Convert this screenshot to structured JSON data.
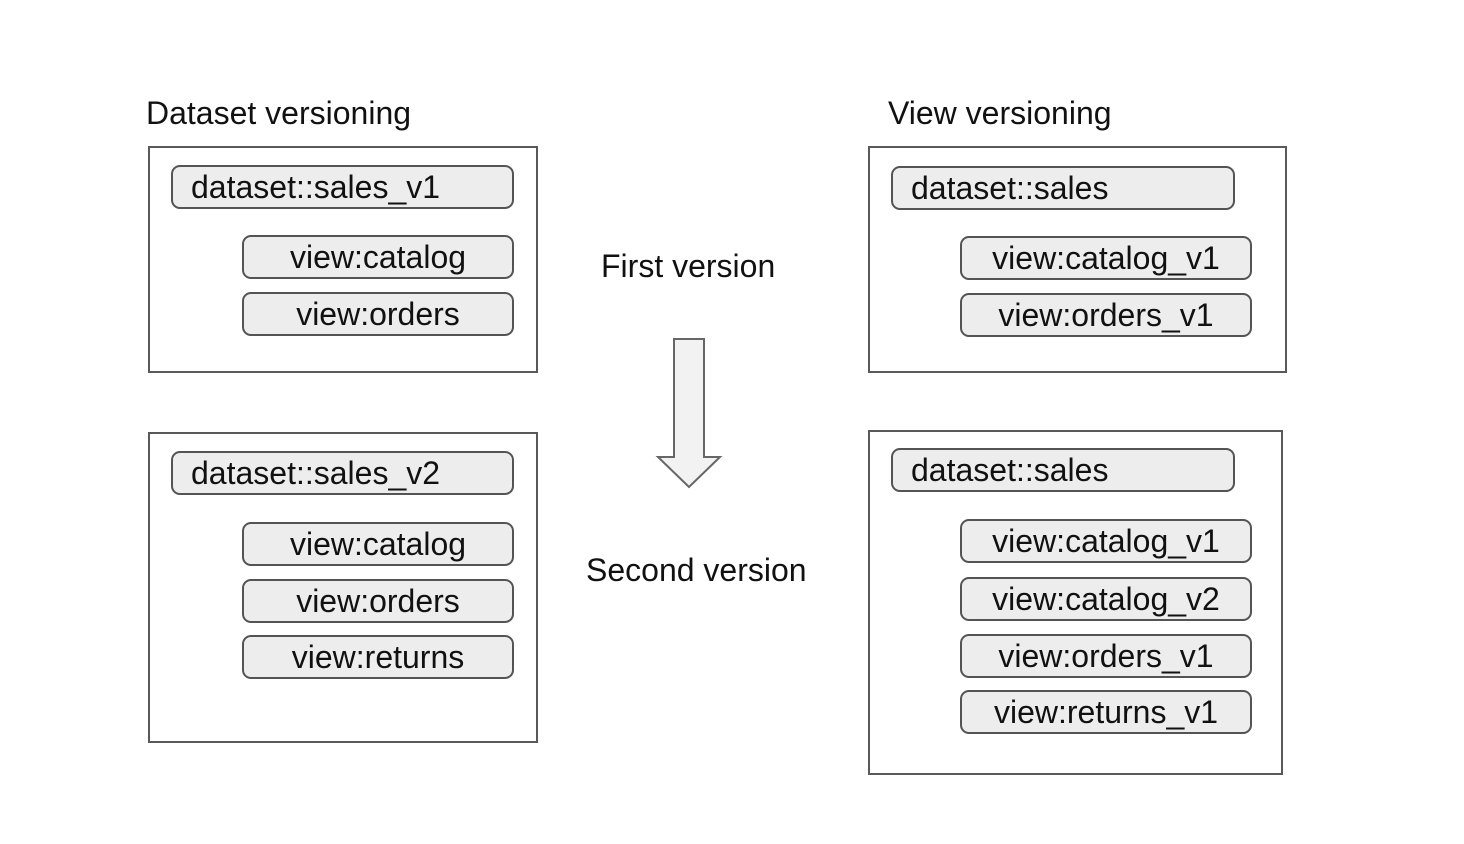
{
  "colors": {
    "bg": "#ffffff",
    "text": "#111111",
    "box_border": "#595959",
    "pill_fill": "#ededed",
    "pill_border": "#545454",
    "arrow_fill": "#f2f2f2",
    "arrow_stroke": "#666666"
  },
  "columns": {
    "dataset": {
      "title": "Dataset versioning",
      "v1": {
        "dataset_pill": "dataset::sales_v1",
        "view_pills": [
          "view:catalog",
          "view:orders"
        ]
      },
      "v2": {
        "dataset_pill": "dataset::sales_v2",
        "view_pills": [
          "view:catalog",
          "view:orders",
          "view:returns"
        ]
      }
    },
    "view": {
      "title": "View versioning",
      "v1": {
        "dataset_pill": "dataset::sales",
        "view_pills": [
          "view:catalog_v1",
          "view:orders_v1"
        ]
      },
      "v2": {
        "dataset_pill": "dataset::sales",
        "view_pills": [
          "view:catalog_v1",
          "view:catalog_v2",
          "view:orders_v1",
          "view:returns_v1"
        ]
      }
    }
  },
  "center": {
    "first_label": "First version",
    "second_label": "Second version",
    "arrow_icon": "block-arrow-down"
  }
}
